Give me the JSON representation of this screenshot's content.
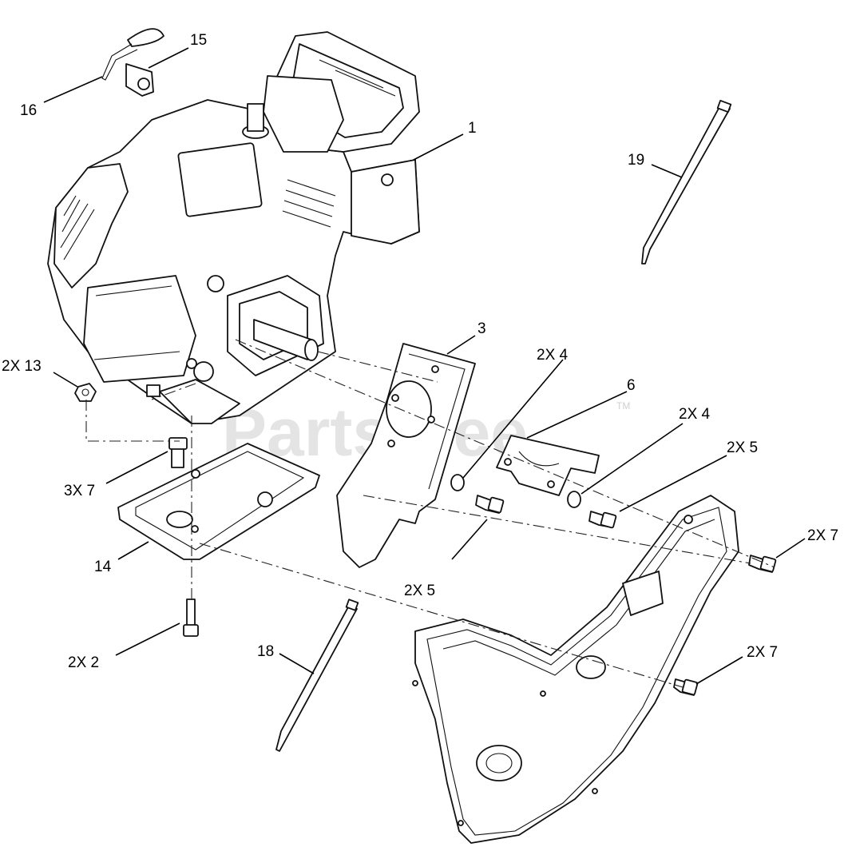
{
  "watermark": {
    "text": "PartsTree",
    "tm": "TM"
  },
  "callouts": {
    "c1": "1",
    "c3": "3",
    "c6": "6",
    "c15": "15",
    "c16": "16",
    "c19": "19",
    "c18": "18",
    "c14": "14",
    "c2x13": "2X 13",
    "c3x7": "3X 7",
    "c2x2": "2X 2",
    "c2x4a": "2X 4",
    "c2x4b": "2X 4",
    "c2x5a": "2X 5",
    "c2x5b": "2X 5",
    "c2x7a": "2X 7",
    "c2x7b": "2X 7"
  }
}
